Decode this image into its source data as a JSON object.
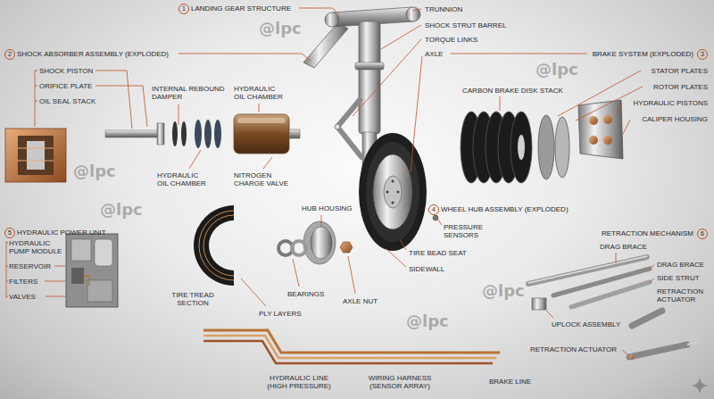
{
  "diagram": {
    "labels": [
      "1",
      "LANDING GEAR STRUCTURE",
      "TRUNNION",
      "SHOCK STRUT BARREL",
      "TORQUE LINKS",
      "AXLE",
      "2",
      "SHOCK ABSORBER ASSEMBLY (EXPLODED)",
      "SHOCK PISTON",
      "ORIFICE PLATE",
      "OIL SEAL STACK",
      "INTERNAL REBOUND DAMPER",
      "HYDRAULIC OIL CHAMBER",
      "NITROGEN CHARGE VALVE",
      "HYDRAULIC OIL CHAMBER",
      "BRAKE SYSTEM (EXPLODED)",
      "3",
      "CARBON BRAKE DISK STACK",
      "STATOR PLATES",
      "ROTOR PLATES",
      "HYDRAULIC PISTONS",
      "CALIPER HOUSING",
      "4",
      "WHEEL HUB ASSEMBLY (EXPLODED)",
      "5",
      "HYDRAULIC POWER UNIT",
      "HYDRAULIC PUMP MODULE",
      "RESERVOIR",
      "FILTERS",
      "VALVES",
      "HUB HOUSING",
      "PRESSURE SENSORS",
      "TIRE BEAD SEAT",
      "SIDEWALL",
      "TIRE TREAD SECTION",
      "BEARINGS",
      "PLY LAYERS",
      "AXLE NUT",
      "RETRACTION MECHANISM",
      "6",
      "DRAG BRACE",
      "DRAG BRACE",
      "SIDE STRUT",
      "RETRACTION ACTUATOR",
      "UPLOCK ASSEMBLY",
      "RETRACTION ACTUATOR",
      "HYDRAULIC LINE (HIGH PRESSURE)",
      "WIRING HARNESS (SENSOR ARRAY)",
      "BRAKE LINE",
      "@lpc",
      "@lpc",
      "@lpc",
      "@lpc",
      "@lpc",
      "@lpc"
    ]
  }
}
